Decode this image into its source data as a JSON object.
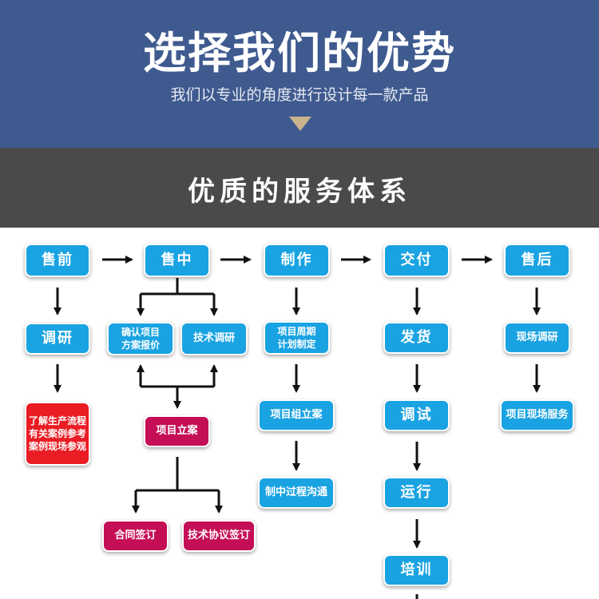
{
  "header": {
    "title": "选择我们的优势",
    "subtitle": "我们以专业的角度进行设计每一款产品"
  },
  "section": {
    "title": "优质的服务体系"
  },
  "stages": {
    "presale": "售前",
    "insale": "售中",
    "production": "制作",
    "delivery": "交付",
    "aftersale": "售后"
  },
  "presale": {
    "research": "调研",
    "details": "了解生产流程\n有关案例参考\n案例现场参观"
  },
  "insale": {
    "confirm": "确认项目\n方案报价",
    "tech_research": "技术调研",
    "approval": "项目立案",
    "contract": "合同签订",
    "tech_agreement": "技术协议签订"
  },
  "production": {
    "schedule": "项目周期\n计划制定",
    "team": "项目组立案",
    "communication": "制中过程沟通"
  },
  "delivery": {
    "ship": "发货",
    "debug": "调试",
    "run": "运行",
    "train": "培训"
  },
  "aftersale": {
    "onsite_research": "现场调研",
    "onsite_service": "项目现场服务"
  },
  "colors": {
    "header_bg": "#3f5a8f",
    "band_bg": "#4a4a4a",
    "box_blue": "#1aa3e2",
    "box_red": "#ea1c24",
    "box_magenta": "#c40e55",
    "triangle": "#c9b48d",
    "arrow": "#111111"
  }
}
